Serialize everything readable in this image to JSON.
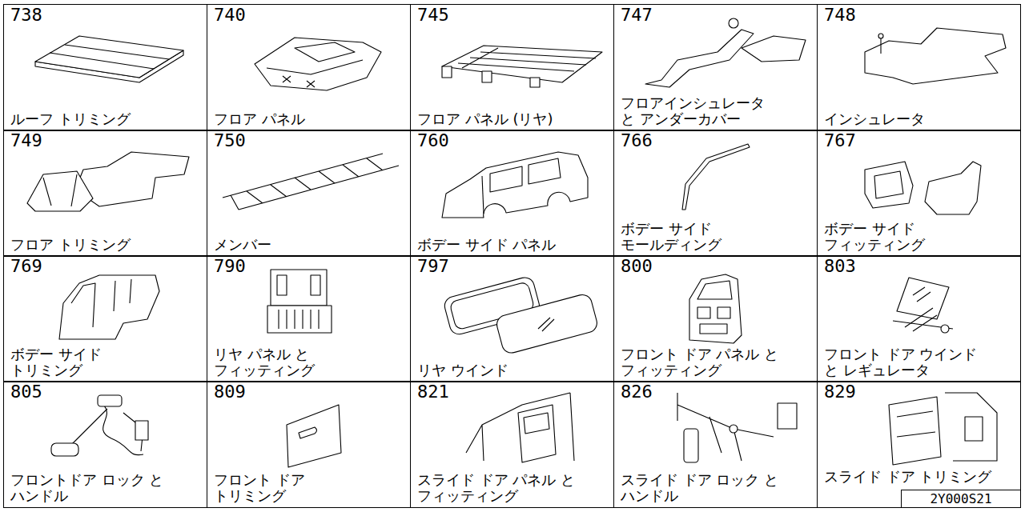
{
  "diagram": {
    "nodes": [
      {
        "text": [
          "738",
          "ルーフ トリミング"
        ]
      },
      {
        "text": [
          "740",
          "フロア パネル"
        ]
      },
      {
        "text": [
          "745",
          "フロア パネル (リヤ)"
        ]
      },
      {
        "text": [
          "747",
          "フロアインシュレータ と アンダーカバー"
        ]
      },
      {
        "text": [
          "748",
          "インシュレータ"
        ]
      },
      {
        "text": [
          "749",
          "フロア トリミング"
        ]
      },
      {
        "text": [
          "750",
          "メンバー"
        ]
      },
      {
        "text": [
          "760",
          "ボデー サイド パネル"
        ]
      },
      {
        "text": [
          "766",
          "ボデー サイド モールディング"
        ]
      },
      {
        "text": [
          "767",
          "ボデー サイド フィッティング"
        ]
      },
      {
        "text": [
          "769",
          "ボデー サイド トリミング"
        ]
      },
      {
        "text": [
          "790",
          "リヤ パネル と フィッティング"
        ]
      },
      {
        "text": [
          "797",
          "リヤ ウインド"
        ]
      },
      {
        "text": [
          "800",
          "フロント ドア パネル と フィッティング"
        ]
      },
      {
        "text": [
          "803",
          "フロント ドア ウインド と レギュレータ"
        ]
      },
      {
        "text": [
          "805",
          "フロントドア ロック と ハンドル"
        ]
      },
      {
        "text": [
          "809",
          "フロント ドア トリミング"
        ]
      },
      {
        "text": [
          "821",
          "スライド ドア パネル と フィッティング"
        ]
      },
      {
        "text": [
          "826",
          "スライド ドア ロック と ハンドル"
        ]
      },
      {
        "text": [
          "829",
          "スライド ドア トリミング"
        ]
      },
      {
        "text": [
          "2Y000S21"
        ],
        "in": 19
      }
    ]
  }
}
